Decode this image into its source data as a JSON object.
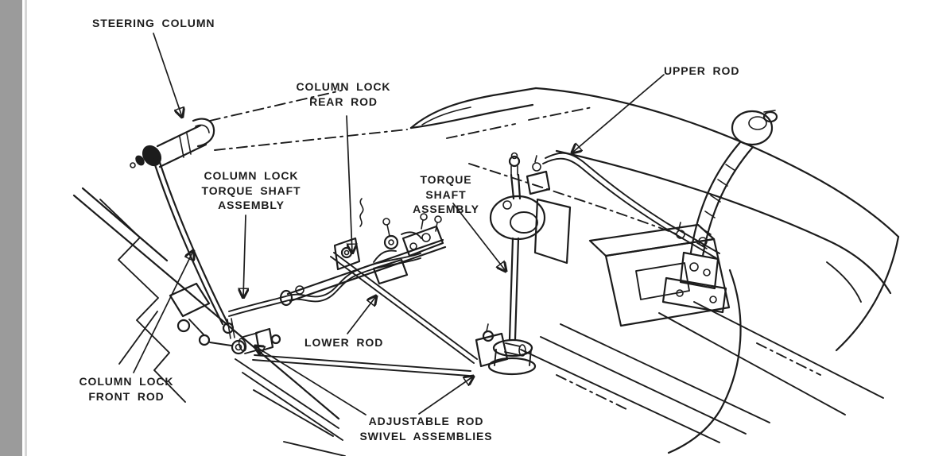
{
  "colors": {
    "ink": "#1c1c1c",
    "paper": "#ffffff",
    "margin_bar": "#9b9b9b"
  },
  "labels": {
    "steering_column": "STEERING COLUMN",
    "column_lock_rear_rod": "COLUMN LOCK\nREAR ROD",
    "upper_rod": "UPPER ROD",
    "column_lock_torque_shaft_assembly": "COLUMN LOCK\nTORQUE SHAFT\nASSEMBLY",
    "torque_shaft_assembly": "TORQUE\nSHAFT ASSEMBLY",
    "lower_rod": "LOWER ROD",
    "column_lock_front_rod": "COLUMN LOCK\nFRONT ROD",
    "adjustable_rod_swivel_assemblies": "ADJUSTABLE ROD\nSWIVEL ASSEMBLIES"
  }
}
